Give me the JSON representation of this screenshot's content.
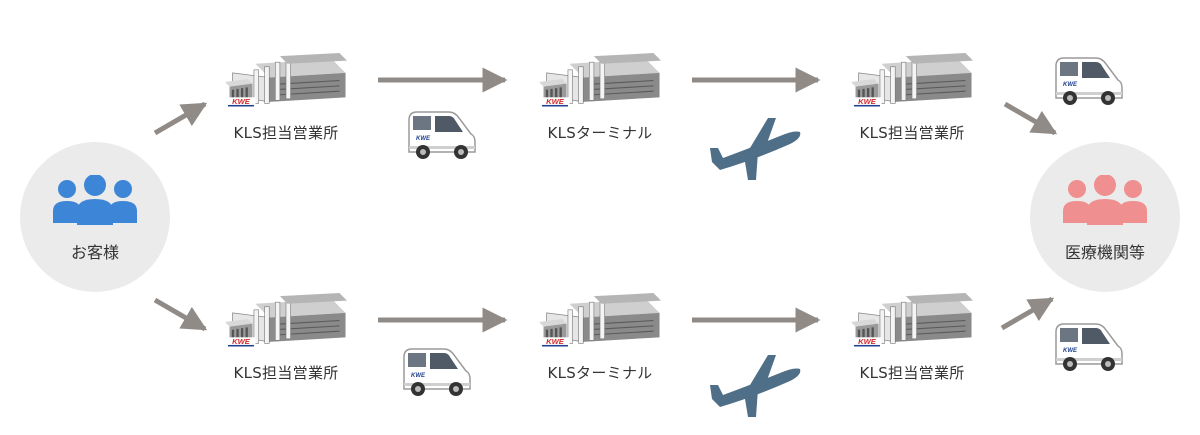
{
  "origin": {
    "label": "お客様",
    "icon": "people-icon",
    "color": "#3d85d6"
  },
  "destination": {
    "label": "医療機関等",
    "icon": "people-icon",
    "color": "#ef8f8f"
  },
  "routes": [
    {
      "steps": [
        "KLS担当営業所",
        "KLSターミナル",
        "KLS担当営業所"
      ]
    },
    {
      "steps": [
        "KLS担当営業所",
        "KLSターミナル",
        "KLS担当営業所"
      ]
    }
  ],
  "building_logo": "KWE",
  "van_logo": "KWE",
  "colors": {
    "arrow": "#908b87",
    "plane": "#4e6f87",
    "circle": "#ebebeb",
    "text": "#333333"
  }
}
